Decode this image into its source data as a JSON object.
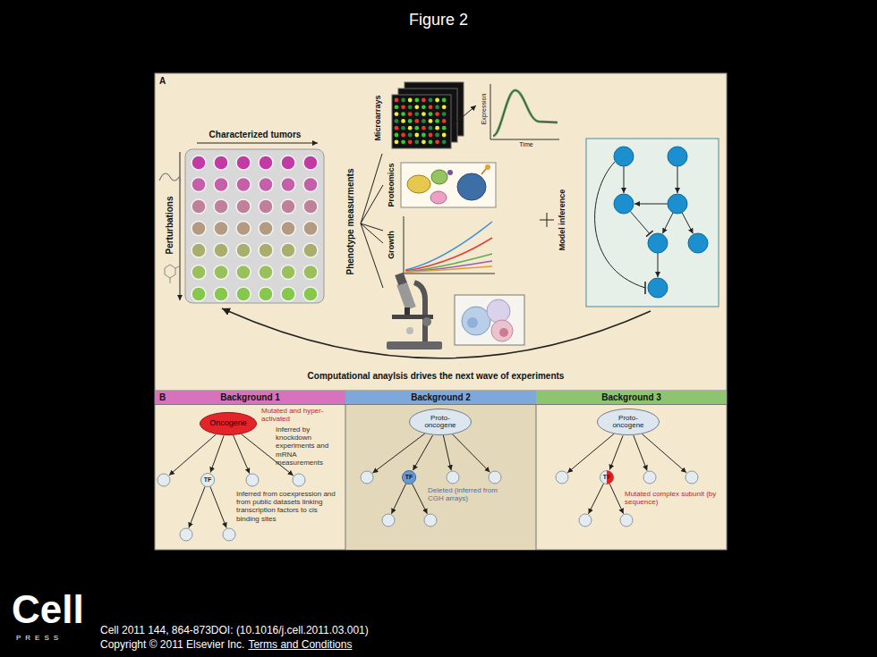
{
  "diagram": {
    "title": "Figure 2",
    "nodes": [
      {
        "text": [
          "Background 1"
        ]
      },
      {
        "text": [
          "Oncogene"
        ],
        "in": 0
      },
      {
        "text": [
          "TF"
        ],
        "in": 0
      },
      {
        "text": [
          "Background 2"
        ]
      },
      {
        "text": [
          "Proto-oncogene"
        ],
        "in": 3
      },
      {
        "text": [
          "TF"
        ],
        "in": 3
      },
      {
        "text": [
          "Background 3"
        ]
      },
      {
        "text": [
          "Proto-oncogene"
        ],
        "in": 6
      },
      {
        "text": [
          "TF"
        ],
        "in": 6
      }
    ],
    "edges": [
      {
        "from": 1,
        "to": 2,
        "arrow": "to"
      },
      {
        "from": 4,
        "to": 5,
        "arrow": "to"
      },
      {
        "from": 7,
        "to": 8,
        "arrow": "to"
      }
    ],
    "labels": [
      "A",
      "Characterized tumors",
      "Perturbations",
      "Phenotype measurments",
      "Microarrays",
      "Expression",
      "Time",
      "Proteomics",
      "Growth",
      "Model inference",
      "Computational anaylsis drives the next wave of experiments",
      "B",
      "Mutated and hyper-activated",
      "Inferred by knockdown experiments and mRNA measurements",
      "Inferred from coexpression and from public datasets linking transcription factors to cis binding sites",
      "Deleted (inferred from CGH arrays)",
      "Mutated complex subunit (by sequence)",
      "Cell",
      "PRESS",
      "Cell 2011 144, 864-873DOI: (10.1016/j.cell.2011.03.001)",
      "Copyright © 2011 Elsevier Inc.",
      "Terms and Conditions"
    ]
  }
}
